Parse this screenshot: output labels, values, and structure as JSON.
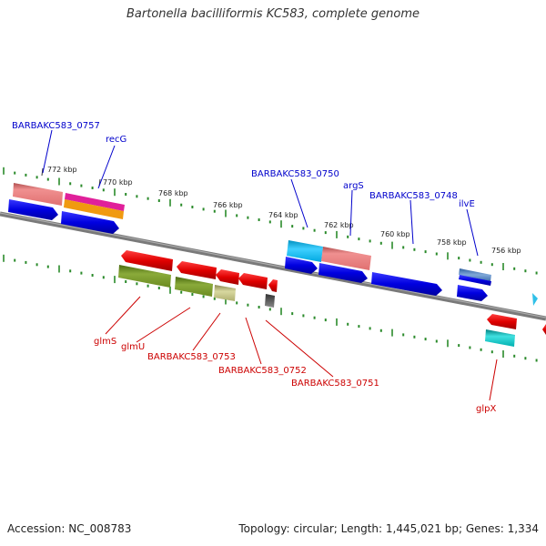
{
  "title": "Bartonella bacilliformis KC583, complete genome",
  "accession_text": "Accession: NC_008783",
  "summary_text": "Topology: circular; Length: 1,445,021 bp; Genes: 1,334",
  "colors": {
    "forward_label": "#0000cc",
    "reverse_label": "#cc0000",
    "backbone": "#808080",
    "ticks": "#2a8a2a"
  },
  "scale_ticks": [
    "772 kbp",
    "770 kbp",
    "768 kbp",
    "766 kbp",
    "764 kbp",
    "762 kbp",
    "760 kbp",
    "758 kbp",
    "756 kbp"
  ],
  "forward_labels": [
    "BARBAKC583_0757",
    "recG",
    "BARBAKC583_0750",
    "argS",
    "BARBAKC583_0748",
    "ilvE"
  ],
  "reverse_labels": [
    "glmS",
    "glmU",
    "BARBAKC583_0753",
    "BARBAKC583_0752",
    "BARBAKC583_0751",
    "glpX"
  ]
}
